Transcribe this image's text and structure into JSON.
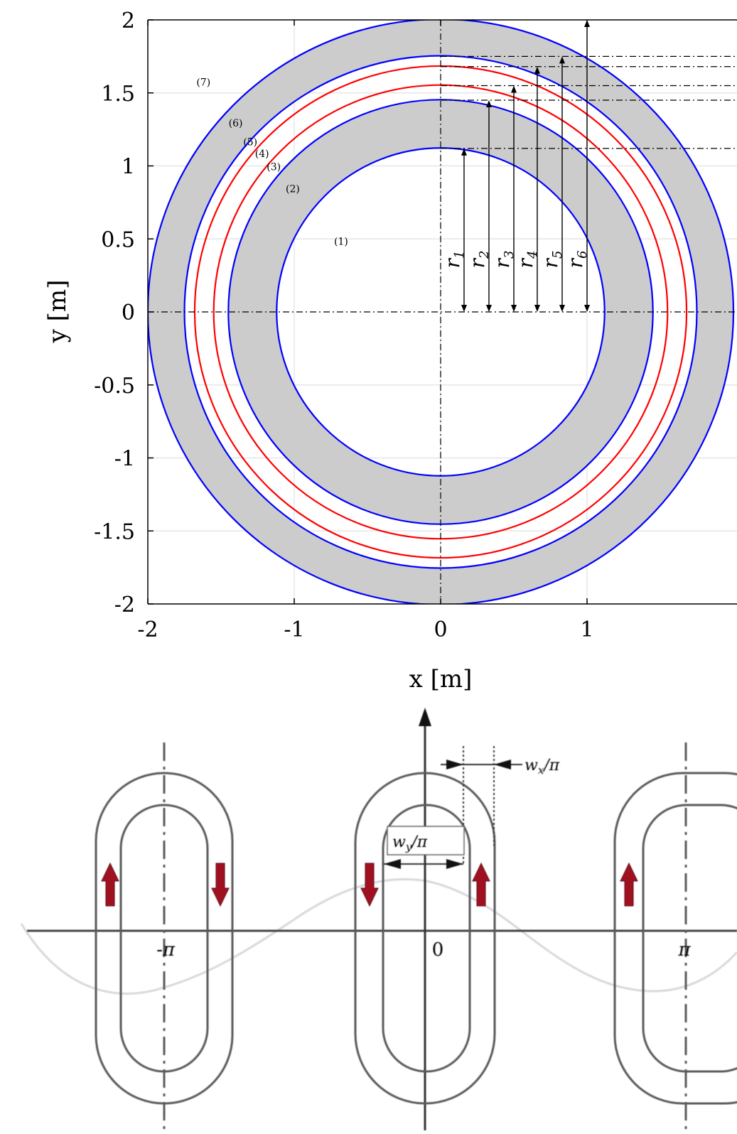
{
  "top_figure": {
    "chart_data": {
      "type": "diagram",
      "xlabel": "x [m]",
      "ylabel": "y [m]",
      "xlim": [
        -2,
        2
      ],
      "ylim": [
        -2,
        2
      ],
      "x_ticks": [
        "-2",
        "-1",
        "0",
        "1"
      ],
      "y_ticks": [
        "2",
        "1.5",
        "1",
        "0.5",
        "0",
        "-0.5",
        "-1",
        "-1.5",
        "-2"
      ],
      "grid": true,
      "radii_m": [
        1.12,
        1.45,
        1.55,
        1.68,
        1.75,
        2.0
      ],
      "circles": [
        {
          "radius": 1.12,
          "color": "#0000ff"
        },
        {
          "radius": 1.45,
          "color": "#0000ff"
        },
        {
          "radius": 1.55,
          "color": "#ff0000"
        },
        {
          "radius": 1.68,
          "color": "#ff0000"
        },
        {
          "radius": 1.75,
          "color": "#0000ff"
        },
        {
          "radius": 2.0,
          "color": "#0000ff"
        }
      ],
      "shaded_annuli": [
        [
          1.12,
          1.45
        ],
        [
          1.75,
          2.0
        ]
      ],
      "shade_color": "#cccccc",
      "region_labels": [
        {
          "text": "(1)",
          "x": -0.68,
          "y": 0.46
        },
        {
          "text": "(2)",
          "x": -1.01,
          "y": 0.82
        },
        {
          "text": "(3)",
          "x": -1.14,
          "y": 0.97
        },
        {
          "text": "(4)",
          "x": -1.22,
          "y": 1.06
        },
        {
          "text": "(5)",
          "x": -1.3,
          "y": 1.14
        },
        {
          "text": "(6)",
          "x": -1.4,
          "y": 1.27
        },
        {
          "text": "(7)",
          "x": -1.62,
          "y": 1.55
        }
      ],
      "radius_arrows": [
        {
          "label_base": "r",
          "sub": "1",
          "x": 0.16,
          "r": 1.12
        },
        {
          "label_base": "r",
          "sub": "2",
          "x": 0.33,
          "r": 1.45
        },
        {
          "label_base": "r",
          "sub": "3",
          "x": 0.5,
          "r": 1.55
        },
        {
          "label_base": "r",
          "sub": "4",
          "x": 0.66,
          "r": 1.68
        },
        {
          "label_base": "r",
          "sub": "5",
          "x": 0.83,
          "r": 1.75
        },
        {
          "label_base": "r",
          "sub": "6",
          "x": 1.0,
          "r": 2.0
        }
      ]
    }
  },
  "bottom_figure": {
    "tick_labels": {
      "neg_pi": "-π",
      "zero": "0",
      "pi": "π"
    },
    "dimension_labels": {
      "w_y": {
        "base": "w",
        "sub": "y",
        "suffix": "/π"
      },
      "w_x": {
        "base": "w",
        "sub": "x",
        "suffix": "/π"
      }
    },
    "colors": {
      "coil": "#5a5a5a",
      "arrow": "#a01020",
      "wave": "#c0c0c8"
    }
  }
}
